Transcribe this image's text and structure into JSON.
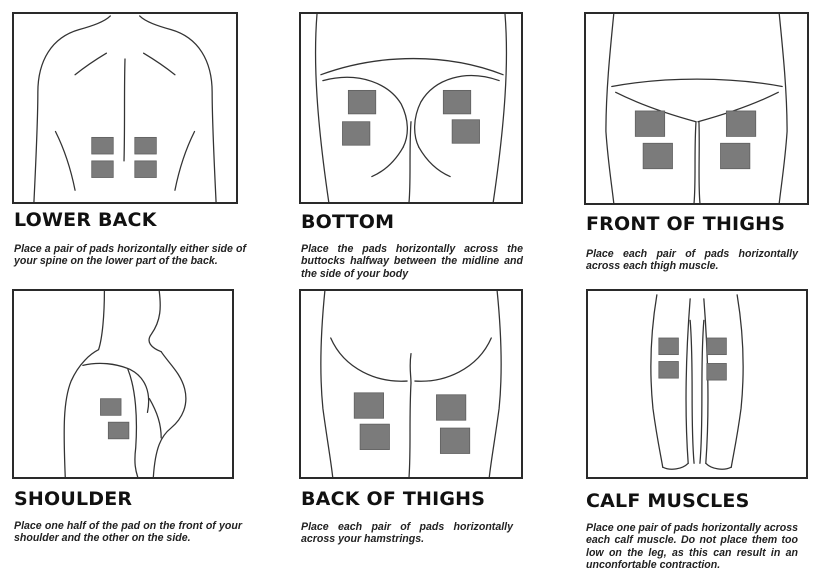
{
  "panels": [
    {
      "id": "lower-back",
      "title": "LOWER BACK",
      "description": "Place a pair of pads horizontally either side of your spine on the lower part of the back."
    },
    {
      "id": "bottom",
      "title": "BOTTOM",
      "description": "Place the pads horizontally across the buttocks halfway between the midline and the side of your body"
    },
    {
      "id": "front-of-thighs",
      "title": "FRONT OF THIGHS",
      "description": "Place each pair of pads horizontally across each thigh muscle."
    },
    {
      "id": "shoulder",
      "title": "SHOULDER",
      "description": "Place one half of the pad on the front of your shoulder and the other on the side."
    },
    {
      "id": "back-of-thighs",
      "title": "BACK OF THIGHS",
      "description": "Place each pair of pads horizontally across your hamstrings."
    },
    {
      "id": "calf-muscles",
      "title": "CALF MUSCLES",
      "description": "Place one pair of pads horizontally across each calf muscle.  Do not place them too low on the leg, as this can result in an unconfortable contraction."
    }
  ],
  "colors": {
    "pad": "#7b7b7b",
    "outline": "#333333",
    "frame": "#2a2a2a"
  }
}
